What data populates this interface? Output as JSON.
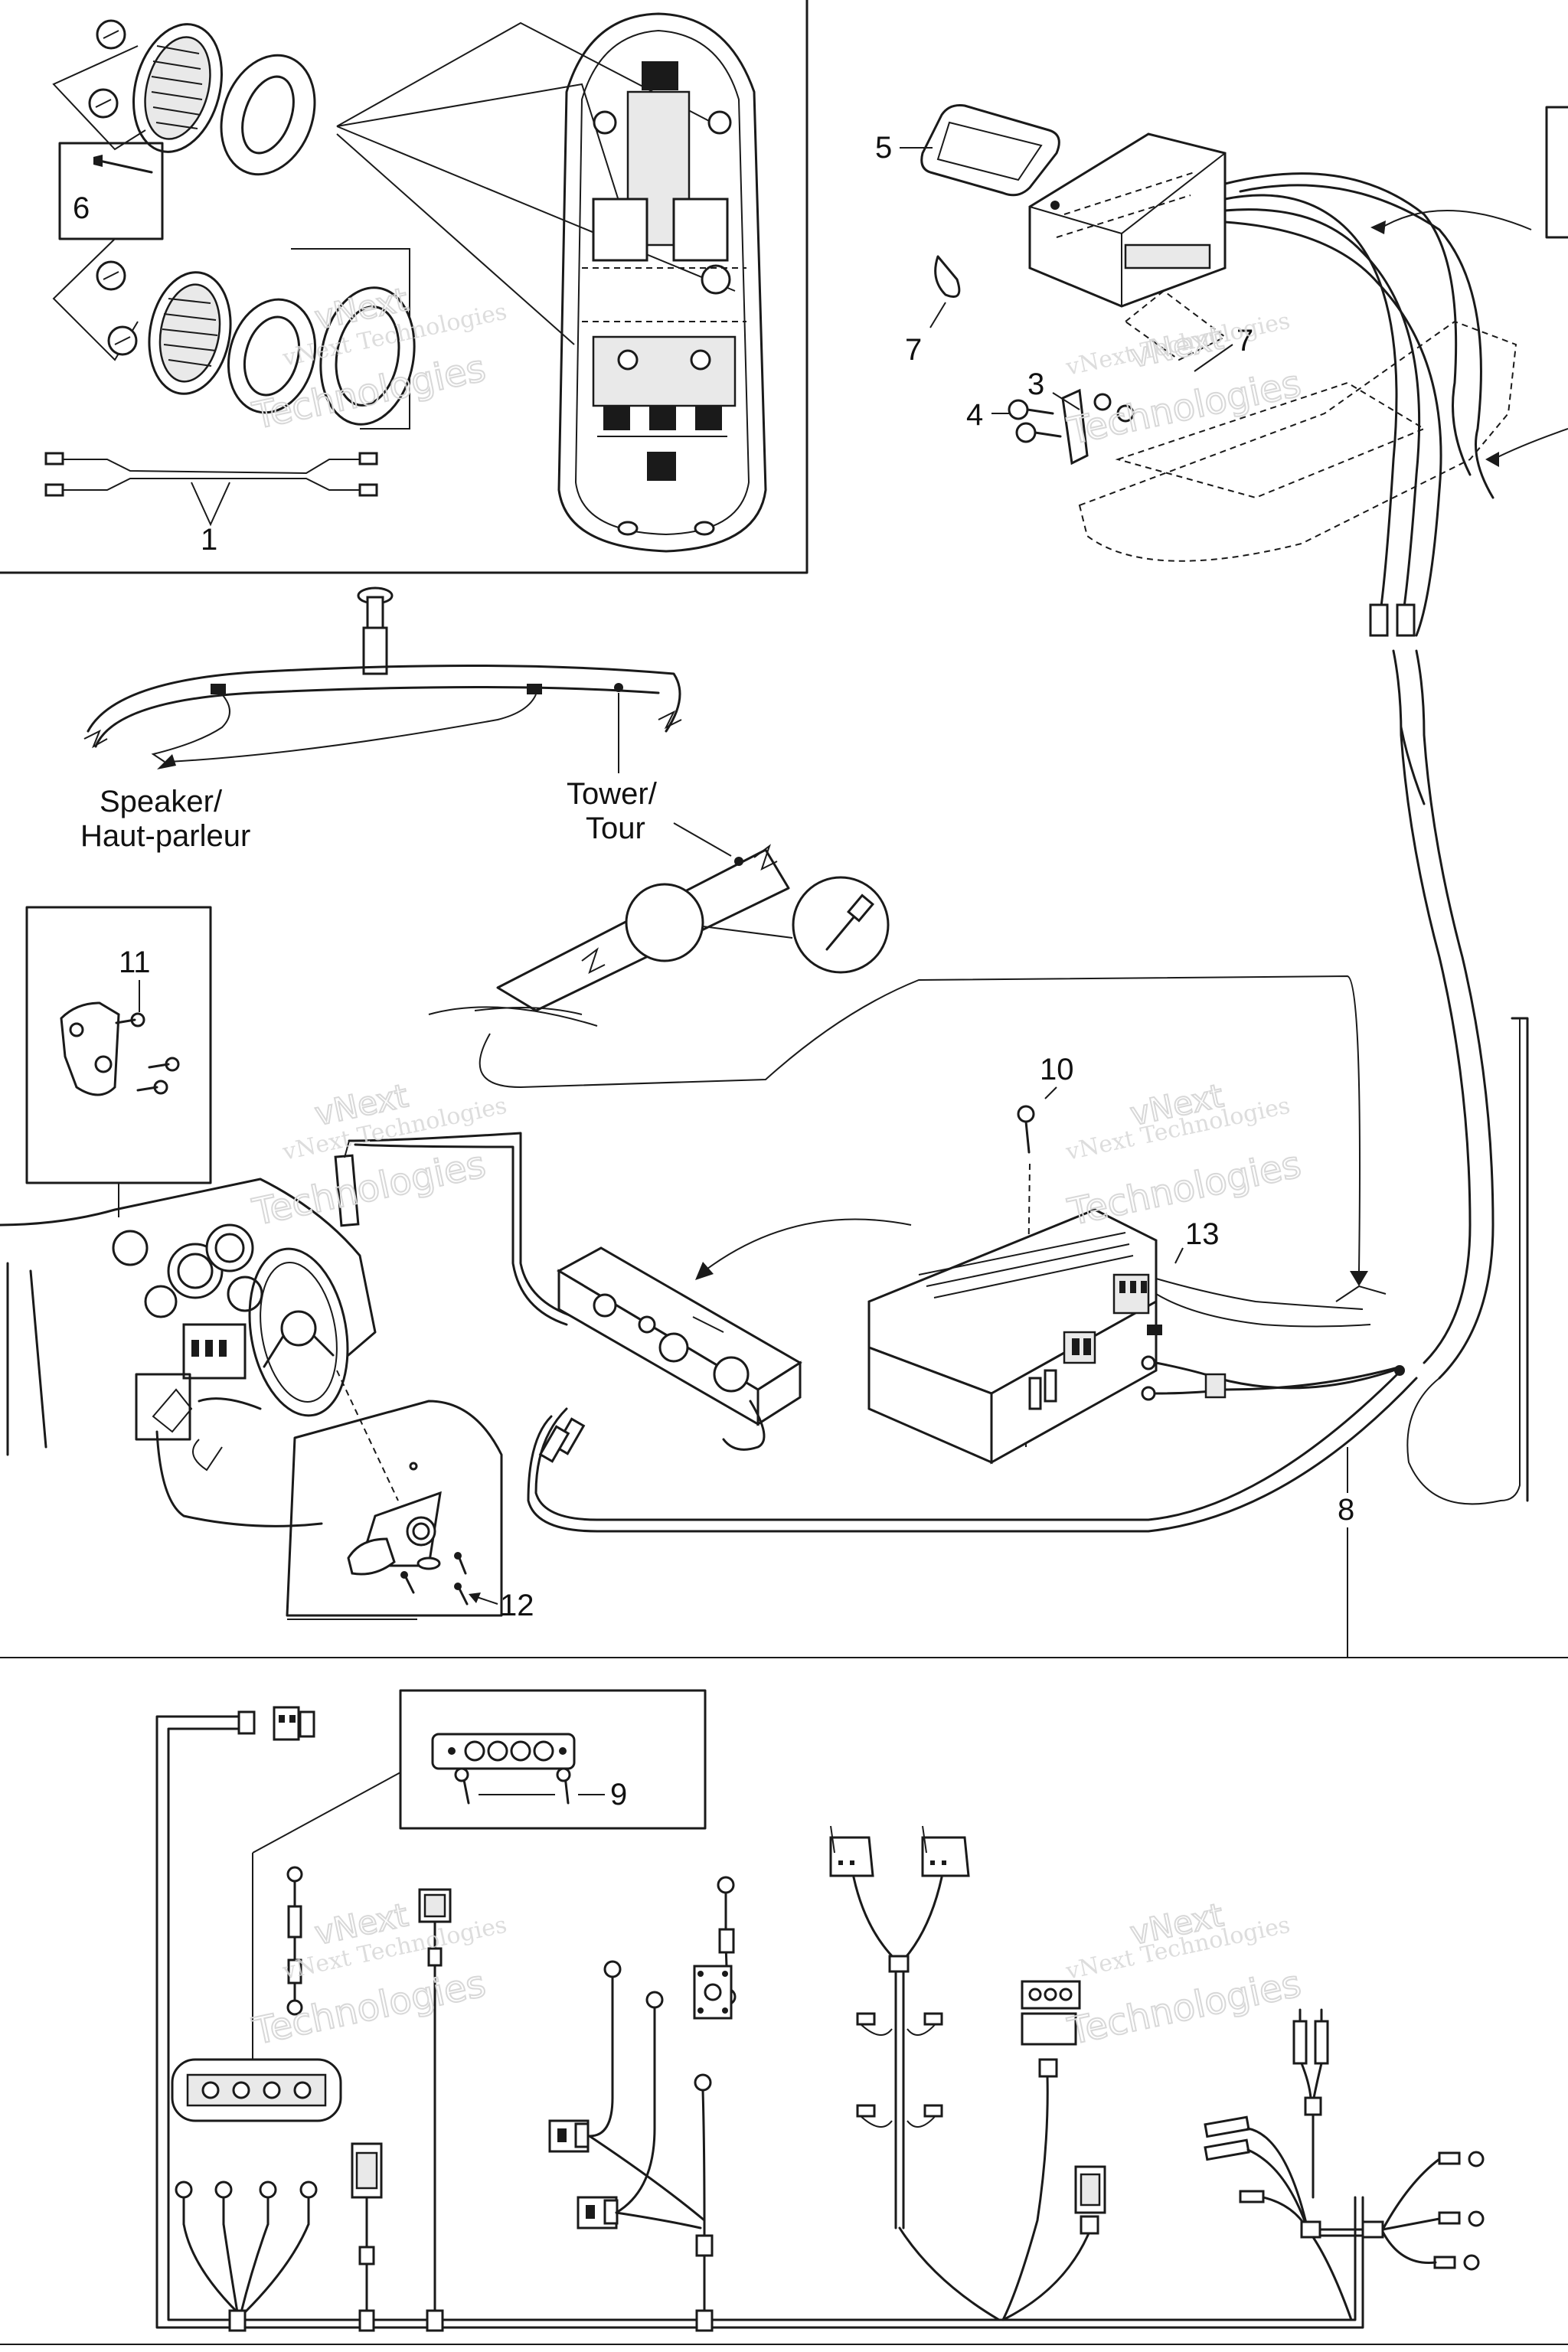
{
  "callouts": {
    "c1": "1",
    "c3": "3",
    "c4": "4",
    "c5": "5",
    "c6": "6",
    "c7a": "7",
    "c7b": "7",
    "c8": "8",
    "c9": "9",
    "c10": "10",
    "c11": "11",
    "c12": "12",
    "c13": "13"
  },
  "labels": {
    "speaker_line1": "Speaker/",
    "speaker_line2": "Haut-parleur",
    "tower_line1": "Tower/",
    "tower_line2": "Tour"
  },
  "watermark": {
    "line1": "vNext",
    "line2": "vNext Technologies",
    "line3": "Technologies"
  }
}
